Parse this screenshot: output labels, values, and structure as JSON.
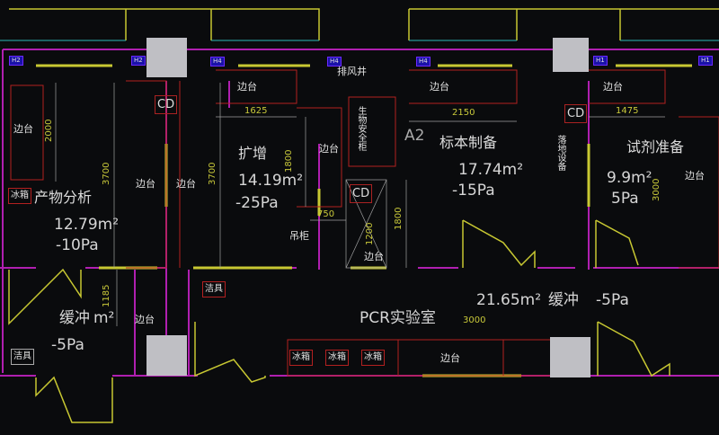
{
  "rooms": {
    "product_analysis": {
      "name": "产物分析",
      "area": "12.79m²",
      "pressure": "-10Pa"
    },
    "amplification": {
      "name": "扩增",
      "area": "14.19m²",
      "pressure": "-25Pa"
    },
    "sample_prep": {
      "code": "A2",
      "name": "标本制备",
      "area": "17.74m²",
      "pressure": "-15Pa"
    },
    "reagent_prep": {
      "name": "试剂准备",
      "area": "9.9m²",
      "pressure": "5Pa"
    },
    "buffer_left": {
      "name": "缓冲",
      "area": "m²",
      "pressure": "-5Pa"
    },
    "pcr_lab": {
      "name": "PCR实验室"
    },
    "buffer_main": {
      "area": "21.65m²",
      "name": "缓冲",
      "pressure": "-5Pa"
    }
  },
  "fixtures": {
    "bench": "边台",
    "fridge": "冰箱",
    "cleaning": "洁具",
    "exhaust_shaft": "排风井",
    "hanging_cabinet": "吊柜",
    "biosafety_cabinet": "生物安全柜",
    "floor_equipment": "落地设备",
    "cd": "CD"
  },
  "tags": [
    "H2",
    "H2",
    "H4",
    "H4",
    "H4",
    "H1",
    "H1"
  ],
  "dimensions": [
    "2000",
    "3700",
    "3700",
    "1625",
    "1800",
    "750",
    "1200",
    "1800",
    "2150",
    "1475",
    "3000",
    "1185",
    "3000"
  ],
  "colors": {
    "wall": "#c8c832",
    "partition": "#b01fb0",
    "furniture": "#b32020",
    "outline": "#2fb8b8",
    "dim": "#c9c93a"
  }
}
